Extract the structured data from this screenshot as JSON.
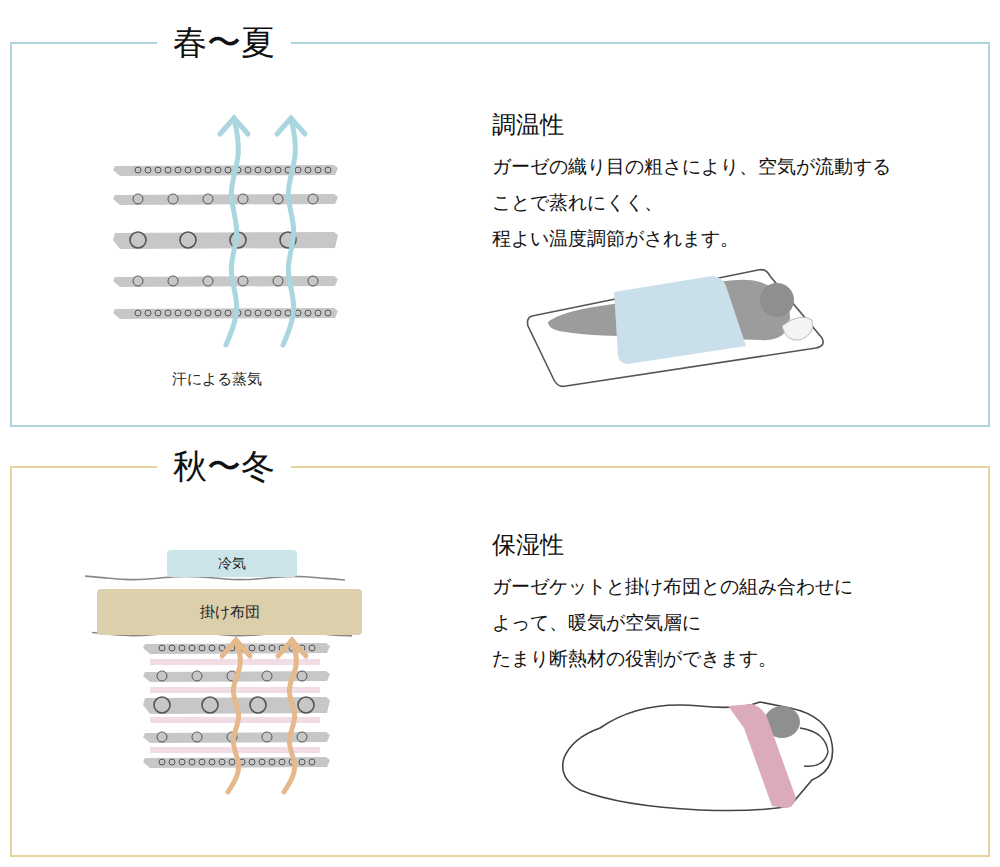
{
  "diagram": {
    "nodes": [
      {
        "text": [
          "春〜夏",
          "調温性",
          "ガーゼの織り目の粗さにより、空気が流動する ことで蒸れにくく、 程よい温度調節がされます。"
        ]
      },
      {
        "text": [
          "秋〜冬",
          "保湿性",
          "ガーゼケットと掛け布団との組み合わせに よって、暖気が空気層に たまり断熱材の役割ができます。"
        ]
      },
      {
        "text": [
          "冷気"
        ],
        "in": 1
      },
      {
        "text": [
          "掛け布団"
        ],
        "in": 1
      }
    ],
    "labels": [
      "汗による蒸気"
    ]
  }
}
